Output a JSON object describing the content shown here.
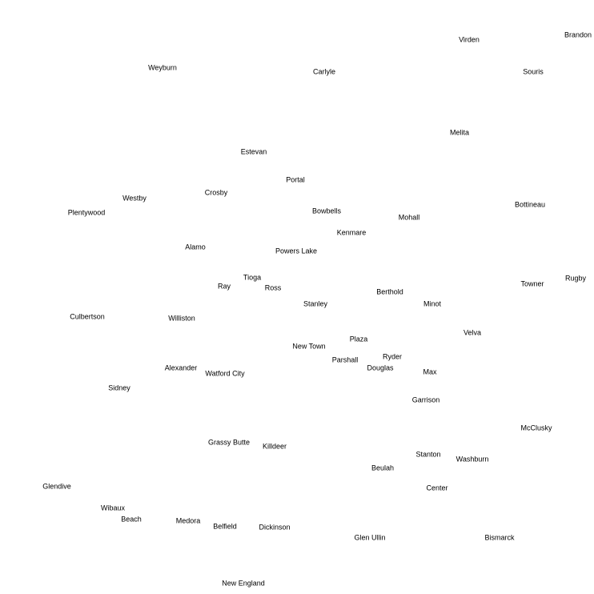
{
  "places": [
    {
      "name": "Virden"
    },
    {
      "name": "Brandon"
    },
    {
      "name": "Weyburn"
    },
    {
      "name": "Carlyle"
    },
    {
      "name": "Souris"
    },
    {
      "name": "Melita"
    },
    {
      "name": "Estevan"
    },
    {
      "name": "Portal"
    },
    {
      "name": "Westby"
    },
    {
      "name": "Crosby"
    },
    {
      "name": "Bottineau"
    },
    {
      "name": "Plentywood"
    },
    {
      "name": "Bowbells"
    },
    {
      "name": "Mohall"
    },
    {
      "name": "Kenmare"
    },
    {
      "name": "Alamo"
    },
    {
      "name": "Powers Lake"
    },
    {
      "name": "Tioga"
    },
    {
      "name": "Rugby"
    },
    {
      "name": "Ray"
    },
    {
      "name": "Ross"
    },
    {
      "name": "Towner"
    },
    {
      "name": "Berthold"
    },
    {
      "name": "Stanley"
    },
    {
      "name": "Minot"
    },
    {
      "name": "Culbertson"
    },
    {
      "name": "Williston"
    },
    {
      "name": "Velva"
    },
    {
      "name": "Plaza"
    },
    {
      "name": "New Town"
    },
    {
      "name": "Ryder"
    },
    {
      "name": "Parshall"
    },
    {
      "name": "Alexander"
    },
    {
      "name": "Douglas"
    },
    {
      "name": "Watford City"
    },
    {
      "name": "Max"
    },
    {
      "name": "Sidney"
    },
    {
      "name": "Garrison"
    },
    {
      "name": "McClusky"
    },
    {
      "name": "Grassy Butte"
    },
    {
      "name": "Killdeer"
    },
    {
      "name": "Stanton"
    },
    {
      "name": "Washburn"
    },
    {
      "name": "Beulah"
    },
    {
      "name": "Glendive"
    },
    {
      "name": "Center"
    },
    {
      "name": "Wibaux"
    },
    {
      "name": "Beach"
    },
    {
      "name": "Medora"
    },
    {
      "name": "Belfield"
    },
    {
      "name": "Dickinson"
    },
    {
      "name": "Glen Ullin"
    },
    {
      "name": "Bismarck"
    },
    {
      "name": "New England"
    }
  ]
}
